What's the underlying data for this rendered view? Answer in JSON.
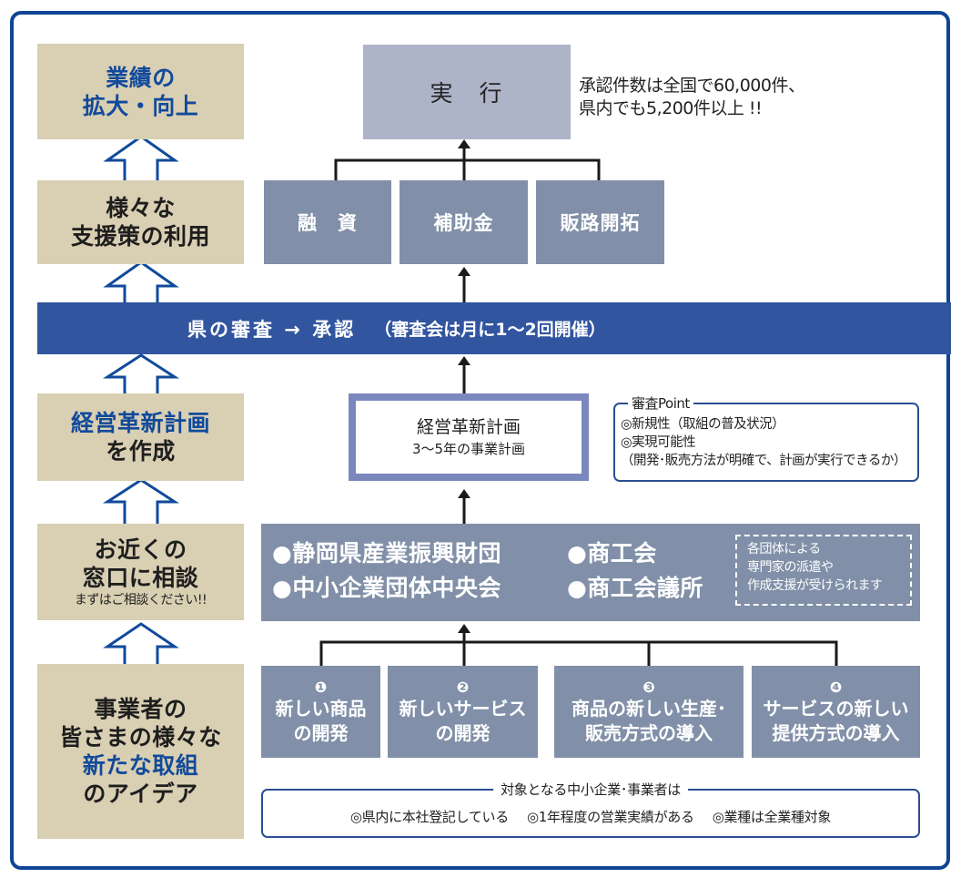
{
  "left_column": {
    "steps": [
      {
        "lines": [
          {
            "text": "業績の",
            "blue": true
          },
          {
            "text": "拡大・向上",
            "blue": true
          }
        ]
      },
      {
        "lines": [
          {
            "text": "様々な",
            "blue": false
          },
          {
            "text": "支援策の利用",
            "blue": false
          }
        ]
      },
      {
        "lines": [
          {
            "text": "経営革新計画",
            "blue": true
          },
          {
            "text": "を作成",
            "blue": false
          }
        ]
      },
      {
        "lines": [
          {
            "text": "お近くの",
            "blue": false
          },
          {
            "text": "窓口に相談",
            "blue": false
          }
        ],
        "note": "まずはご相談ください!!"
      },
      {
        "lines": [
          {
            "text": "事業者の",
            "blue": false
          },
          {
            "text": "皆さまの様々な",
            "blue": false
          },
          {
            "text": "新たな取組",
            "blue": true
          },
          {
            "text": "のアイデア",
            "blue": false
          }
        ]
      }
    ],
    "arrow_icon": "hollow-up-arrow"
  },
  "execution": {
    "label": "実　行",
    "note_line1": "承認件数は全国で60,000件、",
    "note_line2": "県内でも5,200件以上 !!"
  },
  "support_measures": [
    "融　資",
    "補助金",
    "販路開拓"
  ],
  "review_band": {
    "main": "県の審査 → 承認",
    "sub": "（審査会は月に1～2回開催）"
  },
  "plan": {
    "title": "経営革新計画",
    "subtitle": "3～5年の事業計画"
  },
  "review_points": {
    "legend": "審査Point",
    "items": [
      "◎新規性（取組の普及状況）",
      "◎実現可能性",
      "（開発･販売方法が明確で、計画が実行できるか）"
    ]
  },
  "organizations": {
    "items": [
      "●静岡県産業振興財団",
      "●中小企業団体中央会",
      "●商工会",
      "●商工会議所"
    ],
    "note": [
      "各団体による",
      "専門家の派遣や",
      "作成支援が受けられます"
    ]
  },
  "ideas": [
    {
      "num": "❶",
      "line1": "新しい商品",
      "line2": "の開発"
    },
    {
      "num": "❷",
      "line1": "新しいサービス",
      "line2": "の開発"
    },
    {
      "num": "❸",
      "line1": "商品の新しい生産･",
      "line2": "販売方式の導入"
    },
    {
      "num": "❹",
      "line1": "サービスの新しい",
      "line2": "提供方式の導入"
    }
  ],
  "eligibility": {
    "legend": "対象となる中小企業･事業者は",
    "conditions": [
      "◎県内に本社登記している",
      "◎1年程度の営業実績がある",
      "◎業種は全業種対象"
    ]
  },
  "colors": {
    "frame": "#0f4595",
    "band": "#3255a0",
    "beige": "#d9cfb3",
    "gray_blue": "#8190a8",
    "exec": "#aeb4c8",
    "plan_border": "#7b88bd",
    "accent_text": "#114a9b"
  }
}
